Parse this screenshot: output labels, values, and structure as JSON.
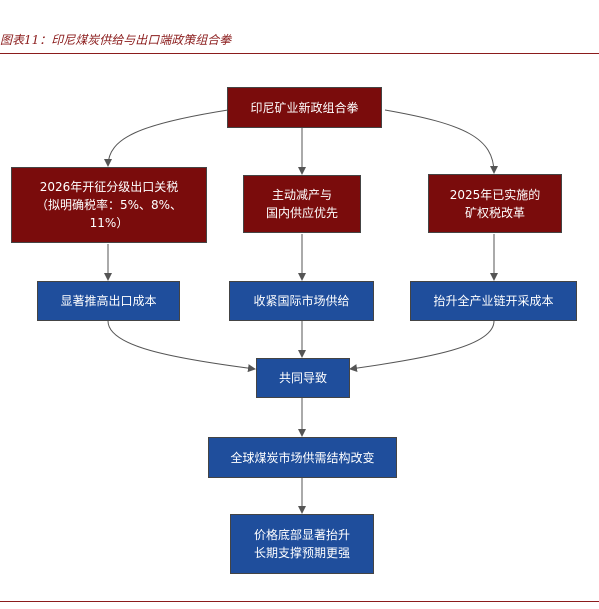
{
  "header": {
    "title": "图表11：印尼煤炭供给与出口端政策组合拳"
  },
  "diagram": {
    "nodes": {
      "root": "印尼矿业新政组合拳",
      "export_tax": "2026年开征分级出口关税\n（拟明确税率：5%、8%、\n11%）",
      "supply_cut": "主动减产与\n国内供应优先",
      "royalty_reform": "2025年已实施的\n矿权税改革",
      "raise_export_cost": "显著推高出口成本",
      "tighten_supply": "收紧国际市场供给",
      "raise_chain_cost": "抬升全产业链开采成本",
      "jointly_lead": "共同导致",
      "structure_change": "全球煤炭市场供需结构改变",
      "price_support": "价格底部显著抬升\n长期支撑预期更强"
    },
    "colors": {
      "policy": "#7a0c0c",
      "effect": "#1f4e9c",
      "accent": "#8b1c1c",
      "edge": "#555555"
    }
  }
}
